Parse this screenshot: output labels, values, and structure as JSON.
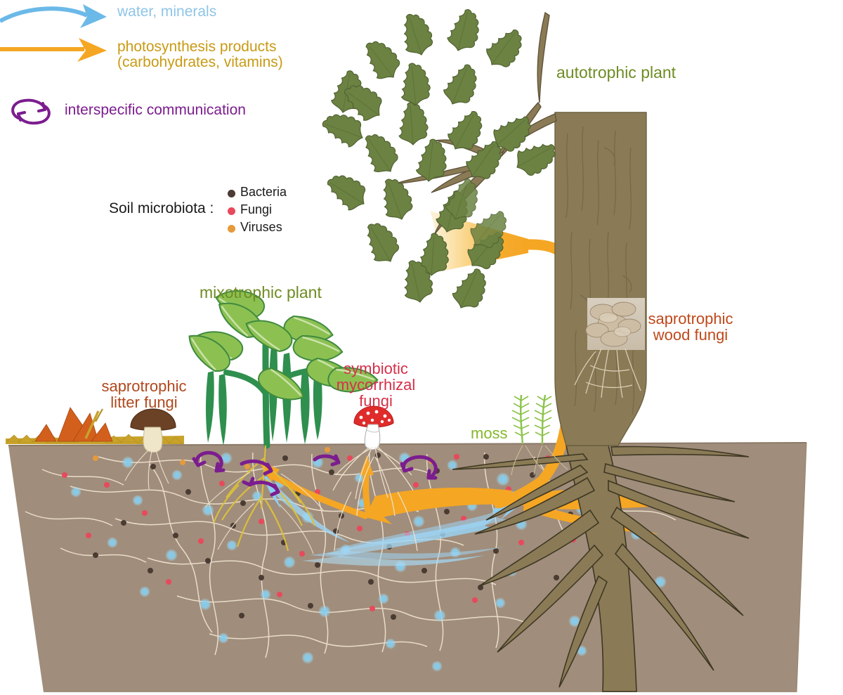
{
  "diagram": {
    "title": "Mycorrhizal network / common mycelial network diagram",
    "background_color": "#ffffff"
  },
  "legend": {
    "items": [
      {
        "id": "water-minerals",
        "label": "water, minerals",
        "color": "#8ec5e8",
        "arrow": "blue-arrow-icon"
      },
      {
        "id": "photosynthesis-products",
        "label": "photosynthesis products\n(carbohydrates, vitamins)",
        "color": "#c99a14",
        "arrow": "orange-arrow-icon"
      },
      {
        "id": "interspecific-communication",
        "label": "interspecific communication",
        "color": "#7b1d8e",
        "arrow": "purple-circular-arrow-icon"
      }
    ]
  },
  "microbiota": {
    "title": "Soil microbiota :",
    "entries": [
      {
        "label": "Bacteria",
        "color": "#4a3b33"
      },
      {
        "label": "Fungi",
        "color": "#e8495c"
      },
      {
        "label": "Viruses",
        "color": "#e69a3c"
      }
    ]
  },
  "labels": {
    "autotrophic_plant": "autotrophic plant",
    "mixotrophic_plant": "mixotrophic plant",
    "saprotrophic_litter_fungi": "saprotrophic\nlitter fungi",
    "symbiotic_mycorrhizal_fungi": "symbiotic\nmycorrhizal\nfungi",
    "saprotrophic_wood_fungi": "saprotrophiс\nwood fungi",
    "moss": "moss"
  },
  "colors": {
    "soil": "#a08d7b",
    "soil_edge": "#9d8b79",
    "trunk": "#8a7b56",
    "trunk_stroke": "#6d6143",
    "root": "#8a7b56",
    "leaf_green": "#6b8242",
    "leaf_stroke": "#4e6030",
    "plant_green_light": "#8cc152",
    "plant_green_dark": "#2f8f4e",
    "orange_flow": "#f5a623",
    "blue_flow": "#8ecef2",
    "purple_arrow": "#7b1d8e",
    "mycelium": "#efe3cf",
    "litter_orange": "#d2601c",
    "litter_olive": "#c9a22a",
    "bolete_cap": "#6b4226",
    "bolete_stem": "#efe5c8",
    "amanita_cap": "#e02b2b",
    "moss_green": "#8bc34a",
    "water_droplet": "#8ecef2"
  },
  "scene_elements": {
    "canopy": "oak-leaves-canopy",
    "trunk": "tree-trunk",
    "roots": "tree-root-system",
    "soil_block": "soil-cross-section",
    "mycelial_network": "mycelium-hyphae-network",
    "wood_fungi_photo": "oyster-mushroom-photo-inset"
  }
}
